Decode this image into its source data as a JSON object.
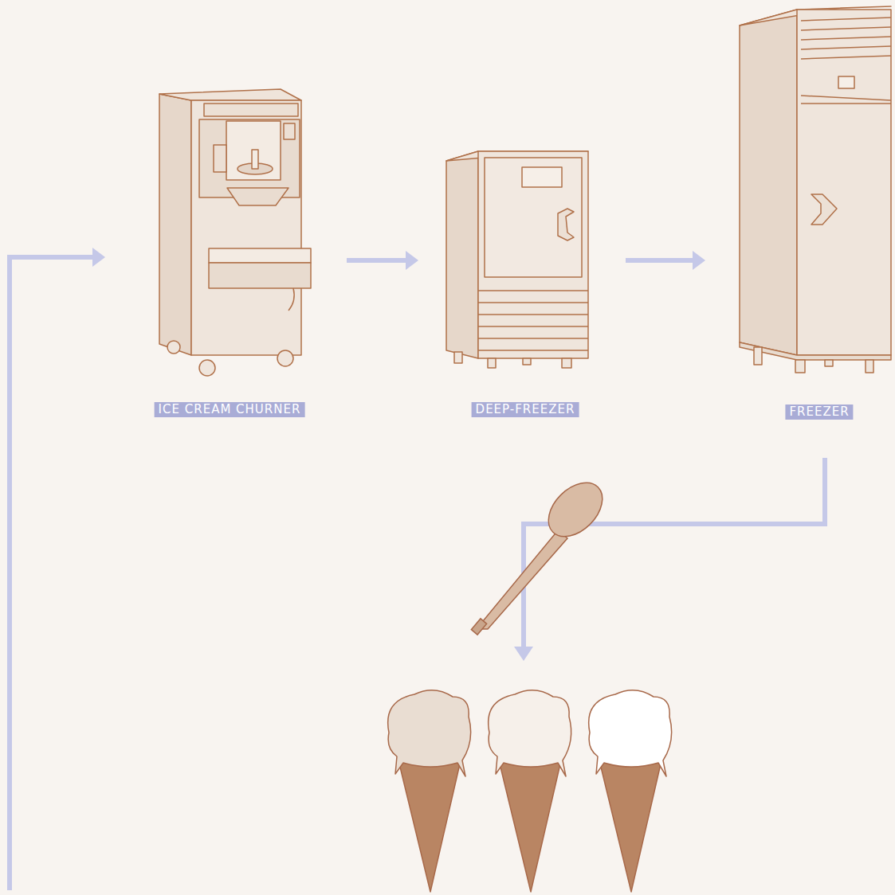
{
  "diagram": {
    "nodes": [
      {
        "text": [
          "ICE CREAM CHURNER"
        ]
      },
      {
        "text": [
          "DEEP-FREEZER"
        ]
      },
      {
        "text": [
          "FREEZER"
        ]
      }
    ],
    "edges": [
      {
        "from": 0,
        "to": 1,
        "arrow": "to"
      },
      {
        "from": 1,
        "to": 2,
        "arrow": "to"
      }
    ]
  }
}
